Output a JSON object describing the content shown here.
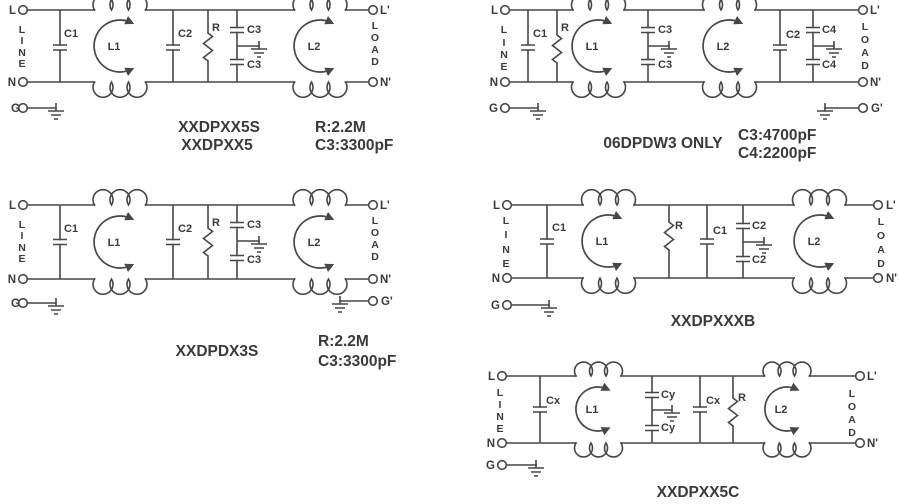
{
  "colors": {
    "line": "#474747",
    "text": "#3a3a3a",
    "background": "#ffffff"
  },
  "circuits": {
    "top_left": {
      "terminals": {
        "l": "L",
        "n": "N",
        "g": "G",
        "l_prime": "L'",
        "n_prime": "N'"
      },
      "line_vertical": [
        "L",
        "I",
        "N",
        "E"
      ],
      "load_vertical": [
        "L",
        "O",
        "A",
        "D"
      ],
      "labels": {
        "c1": "C1",
        "l1": "L1",
        "c2": "C2",
        "r": "R",
        "c3_top": "C3",
        "c3_bot": "C3",
        "l2": "L2"
      },
      "caption": [
        "XXDPXX5S",
        "XXDPXX5"
      ],
      "values": [
        "R:2.2M",
        "C3:3300pF"
      ]
    },
    "top_right": {
      "terminals": {
        "l": "L",
        "n": "N",
        "g": "G",
        "l_prime": "L'",
        "n_prime": "N'",
        "g_prime": "G'"
      },
      "line_vertical": [
        "L",
        "I",
        "N",
        "E"
      ],
      "load_vertical": [
        "L",
        "O",
        "A",
        "D"
      ],
      "labels": {
        "c1": "C1",
        "r": "R",
        "l1": "L1",
        "c3_top": "C3",
        "c3_bot": "C3",
        "l2": "L2",
        "c2": "C2",
        "c4_top": "C4",
        "c4_bot": "C4"
      },
      "caption": [
        "06DPDW3 ONLY"
      ],
      "values": [
        "C3:4700pF",
        "C4:2200pF"
      ]
    },
    "mid_left": {
      "terminals": {
        "l": "L",
        "n": "N",
        "g": "G",
        "l_prime": "L'",
        "n_prime": "N'",
        "g_prime": "G'"
      },
      "line_vertical": [
        "L",
        "I",
        "N",
        "E"
      ],
      "load_vertical": [
        "L",
        "O",
        "A",
        "D"
      ],
      "labels": {
        "c1": "C1",
        "l1": "L1",
        "c2": "C2",
        "r": "R",
        "c3_top": "C3",
        "c3_bot": "C3",
        "l2": "L2"
      },
      "caption": [
        "XXDPDX3S"
      ],
      "values": [
        "R:2.2M",
        "C3:3300pF"
      ]
    },
    "mid_right": {
      "terminals": {
        "l": "L",
        "n": "N",
        "g": "G",
        "l_prime": "L'",
        "n_prime": "N'"
      },
      "line_vertical": [
        "L",
        "I",
        "N",
        "E"
      ],
      "load_vertical": [
        "L",
        "O",
        "A",
        "D"
      ],
      "labels": {
        "c1_left": "C1",
        "l1": "L1",
        "r": "R",
        "c1_mid": "C1",
        "c2_top": "C2",
        "c2_bot": "C2",
        "l2": "L2"
      },
      "caption": [
        "XXDPXXXB"
      ],
      "values": []
    },
    "bottom_right": {
      "terminals": {
        "l": "L",
        "n": "N",
        "g": "G",
        "l_prime": "L'",
        "n_prime": "N'"
      },
      "line_vertical": [
        "L",
        "I",
        "N",
        "E"
      ],
      "load_vertical": [
        "L",
        "O",
        "A",
        "D"
      ],
      "labels": {
        "cx_left": "Cx",
        "l1": "L1",
        "cy_top": "Cy",
        "cy_bot": "Cy",
        "cx_mid": "Cx",
        "r": "R",
        "l2": "L2"
      },
      "caption": [
        "XXDPXX5C"
      ],
      "values": []
    }
  }
}
